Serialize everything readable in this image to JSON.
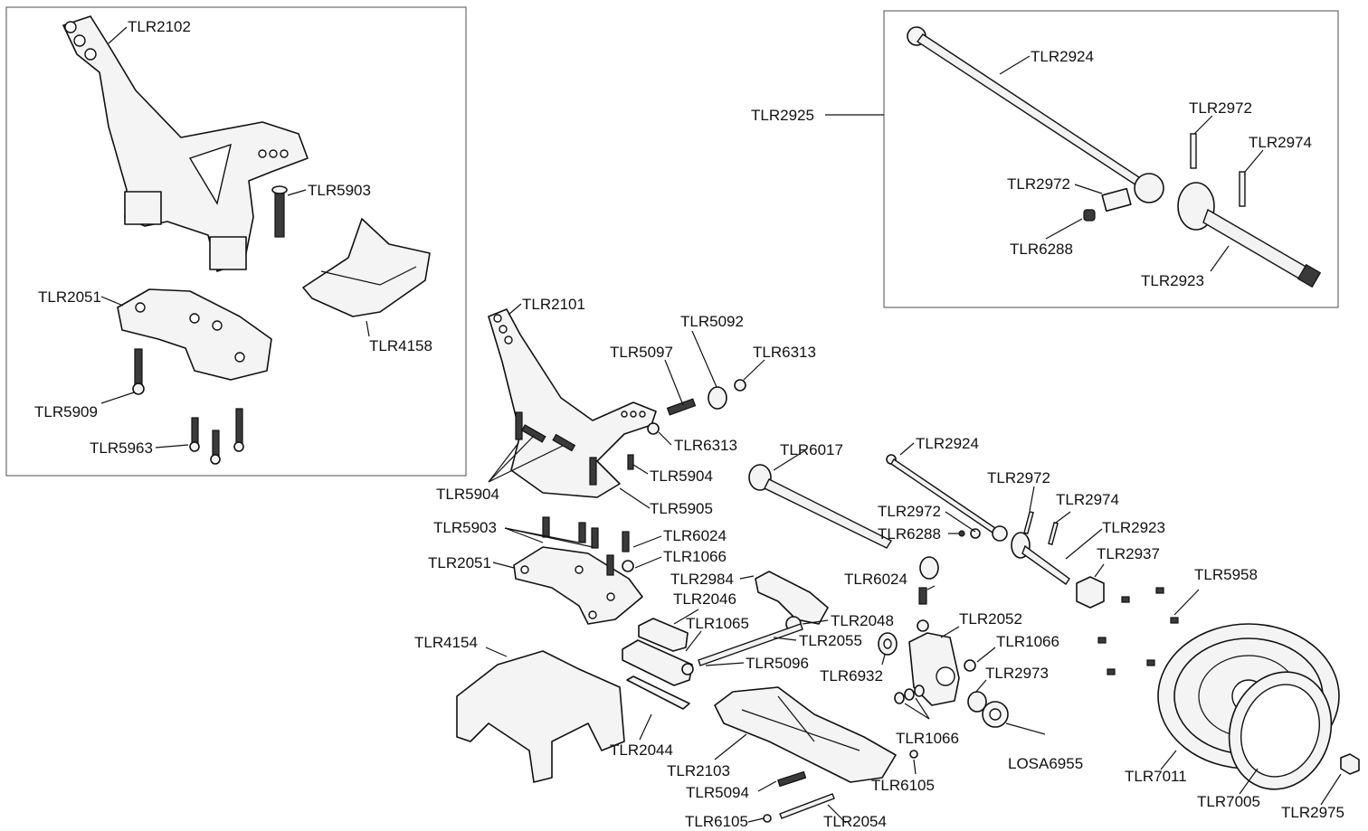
{
  "labels": {
    "tlr2102": "TLR2102",
    "tlr5903_a": "TLR5903",
    "tlr2051_a": "TLR2051",
    "tlr4158": "TLR4158",
    "tlr5909": "TLR5909",
    "tlr5963": "TLR5963",
    "tlr2925": "TLR2925",
    "tlr2924_a": "TLR2924",
    "tlr2972_a": "TLR2972",
    "tlr2974_a": "TLR2974",
    "tlr2972_b": "TLR2972",
    "tlr6288_a": "TLR6288",
    "tlr2923_a": "TLR2923",
    "tlr2101": "TLR2101",
    "tlr5092": "TLR5092",
    "tlr5097": "TLR5097",
    "tlr6313_a": "TLR6313",
    "tlr6313_b": "TLR6313",
    "tlr6017": "TLR6017",
    "tlr5904_a": "TLR5904",
    "tlr5904_b": "TLR5904",
    "tlr5905": "TLR5905",
    "tlr2924_b": "TLR2924",
    "tlr2972_c": "TLR2972",
    "tlr2974_b": "TLR2974",
    "tlr2972_d": "TLR2972",
    "tlr6288_b": "TLR6288",
    "tlr2923_b": "TLR2923",
    "tlr5903_b": "TLR5903",
    "tlr6024_a": "TLR6024",
    "tlr1066_a": "TLR1066",
    "tlr2051_b": "TLR2051",
    "tlr2937": "TLR2937",
    "tlr6024_b": "TLR6024",
    "tlr5958": "TLR5958",
    "tlr2984": "TLR2984",
    "tlr2046": "TLR2046",
    "tlr1065": "TLR1065",
    "tlr2048": "TLR2048",
    "tlr2052": "TLR2052",
    "tlr2055": "TLR2055",
    "tlr4154": "TLR4154",
    "tlr5096": "TLR5096",
    "tlr6932": "TLR6932",
    "tlr1066_b": "TLR1066",
    "tlr2973": "TLR2973",
    "tlr1066_c": "TLR1066",
    "tlr2044": "TLR2044",
    "tlr2103": "TLR2103",
    "tlr6105_a": "TLR6105",
    "losa6955": "LOSA6955",
    "tlr7011": "TLR7011",
    "tlr5094": "TLR5094",
    "tlr7005": "TLR7005",
    "tlr2975": "TLR2975",
    "tlr6105_b": "TLR6105",
    "tlr2054": "TLR2054"
  }
}
